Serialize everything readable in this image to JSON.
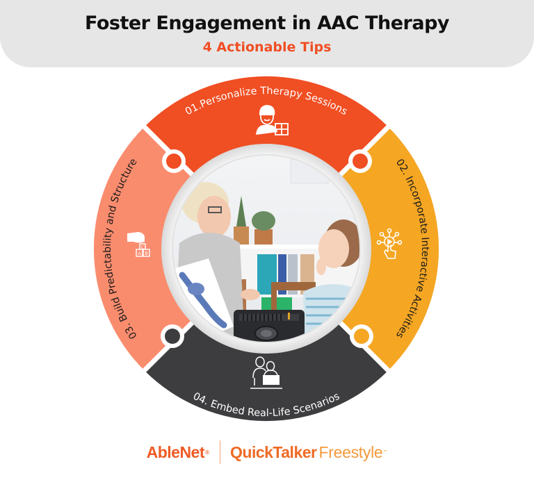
{
  "header": {
    "title": "Foster Engagement in AAC Therapy",
    "subtitle": "4 Actionable Tips"
  },
  "colors": {
    "header_bg": "#e6e6e6",
    "accent": "#f04e23",
    "segment_1": "#f04e23",
    "segment_2": "#f5a623",
    "segment_3": "#fa8c6e",
    "segment_4": "#3d3d3f"
  },
  "tips": [
    {
      "number": "01.",
      "label": "01.Personalize Therapy Sessions",
      "icon": "person-puzzle-icon",
      "position": "top"
    },
    {
      "number": "02.",
      "label": "02. Incorporate Interactive Activities",
      "icon": "touch-interactive-icon",
      "position": "right"
    },
    {
      "number": "03.",
      "label": "03. Build Predictability and Structure",
      "icon": "hand-abc-blocks-icon",
      "position": "left"
    },
    {
      "number": "04.",
      "label": "04. Embed Real-Life Scenarios",
      "icon": "adult-child-reading-icon",
      "position": "bottom"
    }
  ],
  "center_image": {
    "alt": "Therapist smiling with a young girl holding an AAC device"
  },
  "footer": {
    "brand": "AbleNet",
    "brand_mark": "®",
    "product_bold": "QuickTalker",
    "product_light": "Freestyle",
    "product_mark": "™"
  }
}
